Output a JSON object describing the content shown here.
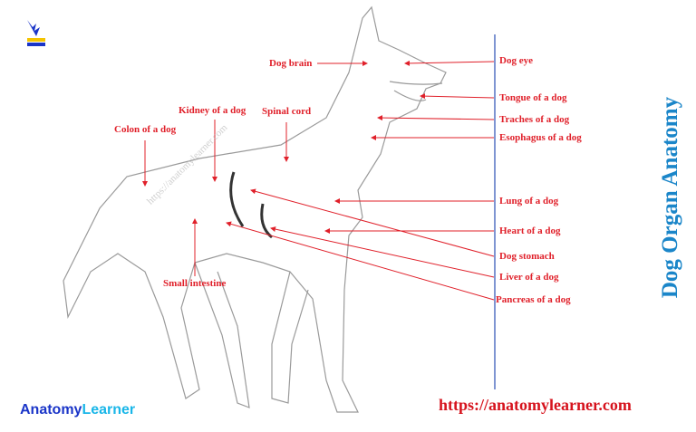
{
  "title": "Dog Organ Anatomy",
  "website": "https://anatomylearner.com",
  "watermark": "https://anatomylearner.com",
  "brand": {
    "part1": "Anatomy",
    "part2": "Learner"
  },
  "colors": {
    "label": "#e0202a",
    "title": "#1b86c9",
    "divider": "#2b4fb5"
  },
  "labels": {
    "brain": "Dog brain",
    "eye": "Dog eye",
    "tongue": "Tongue of a dog",
    "trachea": "Traches of a dog",
    "esophagus": "Esophagus of a dog",
    "lung": "Lung of a dog",
    "heart": "Heart of a dog",
    "stomach": "Dog stomach",
    "liver": "Liver of a dog",
    "pancreas": "Pancreas of a dog",
    "kidney": "Kidney of a dog",
    "spinal": "Spinal cord",
    "colon": "Colon of a dog",
    "intestine": "Small intestine"
  }
}
